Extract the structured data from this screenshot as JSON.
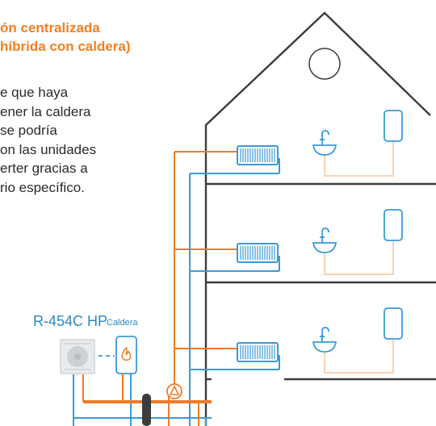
{
  "heading": {
    "line1": "ón centralizada",
    "line2": "híbrida con caldera)"
  },
  "paragraph": {
    "lines": [
      "e que haya",
      "ener la caldera",
      "se podría",
      "on las unidades",
      "erter gracias a",
      "rio específico."
    ]
  },
  "labels": {
    "heat_pump": "R-454C HP",
    "boiler": "Caldera"
  },
  "colors": {
    "accent": "#F57E20",
    "hot_pipe": "#F07A28",
    "cold_pipe": "#3A9AD9",
    "wall": "#3C3C3C",
    "fixture": "#3A9AD9",
    "dashed_link": "#3A9AD9",
    "label_blue": "#2E86C1"
  },
  "icons": [
    "radiator-icon",
    "sink-icon",
    "water-heater-icon",
    "pump-icon",
    "flame-icon",
    "round-window-icon"
  ]
}
